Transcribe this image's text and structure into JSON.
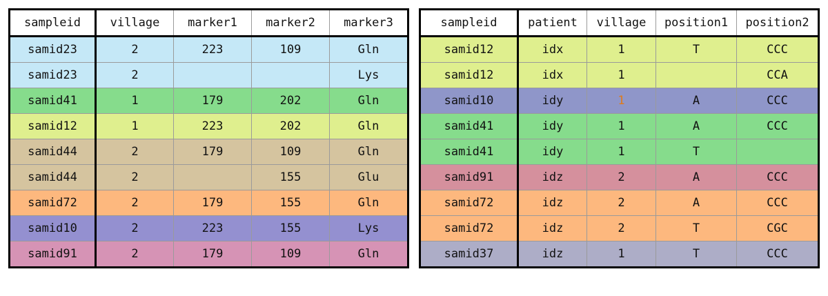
{
  "colors": {
    "blue": "#c5e8f7",
    "green": "#86dc8c",
    "yellow": "#dfef8e",
    "tan": "#d5c49f",
    "orange": "#fdb87e",
    "purple": "#9490d0",
    "pink": "#d693b5",
    "violet": "#8f96c9",
    "rose": "#d5909d",
    "gray": "#adadc7",
    "highlight_text": "#e07b1a"
  },
  "left_table": {
    "headers": [
      "sampleid",
      "village",
      "marker1",
      "marker2",
      "marker3"
    ],
    "rows": [
      {
        "color": "#c5e8f7",
        "cells": [
          "samid23",
          "2",
          "223",
          "109",
          "Gln"
        ]
      },
      {
        "color": "#c5e8f7",
        "cells": [
          "samid23",
          "2",
          "",
          "",
          "Lys"
        ]
      },
      {
        "color": "#86dc8c",
        "cells": [
          "samid41",
          "1",
          "179",
          "202",
          "Gln"
        ]
      },
      {
        "color": "#dfef8e",
        "cells": [
          "samid12",
          "1",
          "223",
          "202",
          "Gln"
        ]
      },
      {
        "color": "#d5c49f",
        "cells": [
          "samid44",
          "2",
          "179",
          "109",
          "Gln"
        ]
      },
      {
        "color": "#d5c49f",
        "cells": [
          "samid44",
          "2",
          "",
          "155",
          "Glu"
        ]
      },
      {
        "color": "#fdb87e",
        "cells": [
          "samid72",
          "2",
          "179",
          "155",
          "Gln"
        ]
      },
      {
        "color": "#9490d0",
        "cells": [
          "samid10",
          "2",
          "223",
          "155",
          "Lys"
        ]
      },
      {
        "color": "#d693b5",
        "cells": [
          "samid91",
          "2",
          "179",
          "109",
          "Gln"
        ]
      }
    ]
  },
  "right_table": {
    "headers": [
      "sampleid",
      "patient",
      "village",
      "position1",
      "position2"
    ],
    "rows": [
      {
        "color": "#dfef8e",
        "cells": [
          "samid12",
          "idx",
          "1",
          "T",
          "CCC"
        ]
      },
      {
        "color": "#dfef8e",
        "cells": [
          "samid12",
          "idx",
          "1",
          "",
          "CCA"
        ]
      },
      {
        "color": "#8f96c9",
        "cells": [
          "samid10",
          "idy",
          "1",
          "A",
          "CCC"
        ],
        "highlight_col": 2
      },
      {
        "color": "#86dc8c",
        "cells": [
          "samid41",
          "idy",
          "1",
          "A",
          "CCC"
        ]
      },
      {
        "color": "#86dc8c",
        "cells": [
          "samid41",
          "idy",
          "1",
          "T",
          ""
        ]
      },
      {
        "color": "#d5909d",
        "cells": [
          "samid91",
          "idz",
          "2",
          "A",
          "CCC"
        ]
      },
      {
        "color": "#fdb87e",
        "cells": [
          "samid72",
          "idz",
          "2",
          "A",
          "CCC"
        ]
      },
      {
        "color": "#fdb87e",
        "cells": [
          "samid72",
          "idz",
          "2",
          "T",
          "CGC"
        ]
      },
      {
        "color": "#adadc7",
        "cells": [
          "samid37",
          "idz",
          "1",
          "T",
          "CCC"
        ]
      }
    ]
  }
}
